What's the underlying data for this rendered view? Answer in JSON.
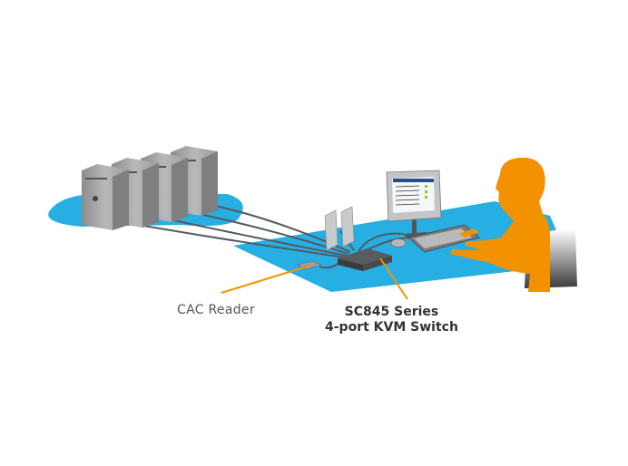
{
  "labels": {
    "cac_reader": "CAC Reader",
    "kvm_line1": "SC845 Series",
    "kvm_line2": "4-port KVM Switch"
  },
  "colors": {
    "floor_blue": "#27aee3",
    "person_orange": "#f39200",
    "callout_orange": "#f39200",
    "cable": "#555a5e"
  }
}
